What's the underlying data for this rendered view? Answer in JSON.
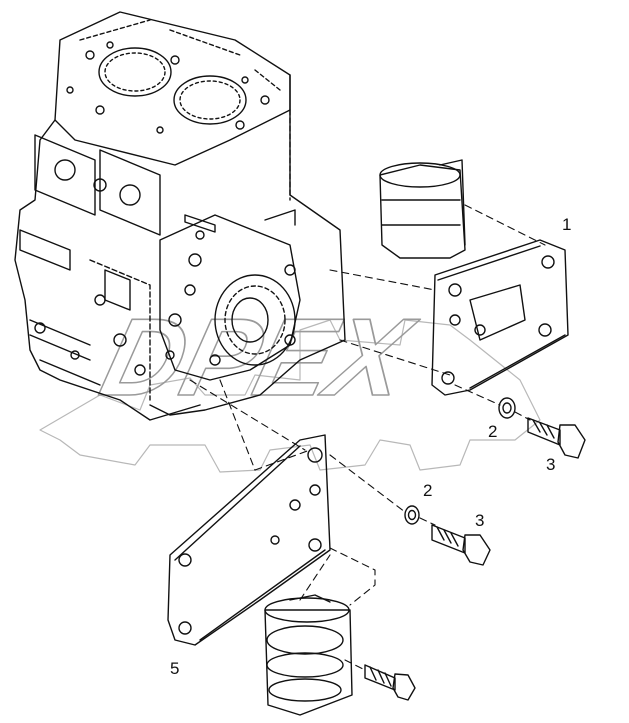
{
  "watermark": {
    "text": "DPEX",
    "color": "#b8b8b8"
  },
  "callouts": {
    "c1": "1",
    "c2a": "2",
    "c3a": "3",
    "c2b": "2",
    "c3b": "3",
    "c5": "5"
  },
  "colors": {
    "line": "#111111",
    "background": "#ffffff"
  }
}
